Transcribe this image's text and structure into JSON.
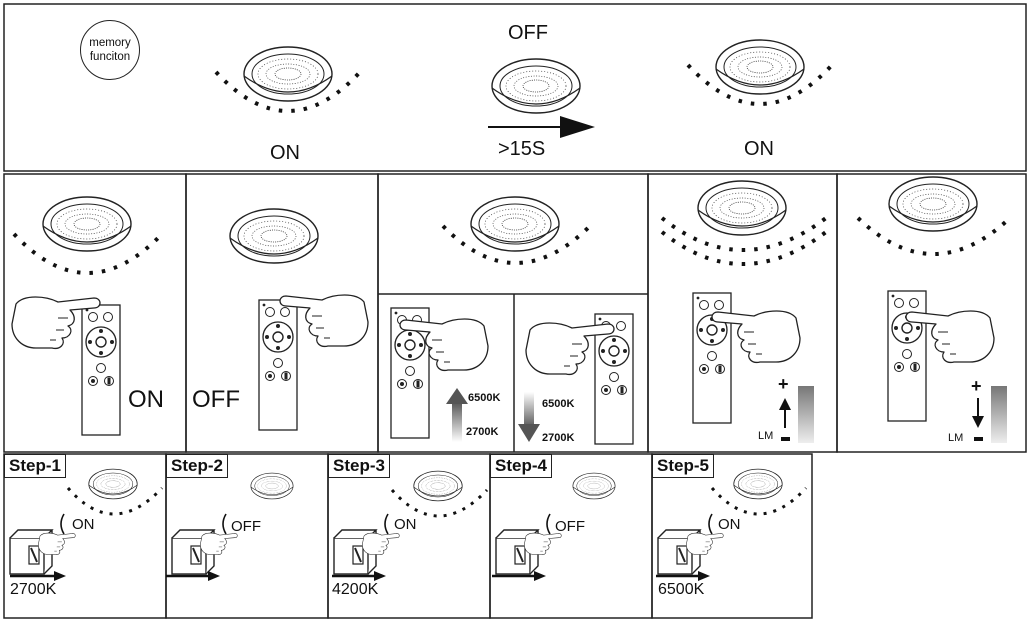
{
  "top": {
    "memory_badge_line1": "memory",
    "memory_badge_line2": "funciton",
    "left_state": "ON",
    "middle_state": "OFF",
    "delay": ">15S",
    "right_state": "ON"
  },
  "middle": {
    "panel1_state": "ON",
    "panel2_state": "OFF",
    "cct_up_high": "6500K",
    "cct_up_low": "2700K",
    "cct_down_high": "6500K",
    "cct_down_low": "2700K",
    "brightness_plus": "+",
    "brightness_minus": "LM",
    "brightness_plus_2": "+",
    "brightness_minus_2": "LM"
  },
  "remote_buttons": {
    "on": "ON",
    "off": "OFF"
  },
  "steps": [
    {
      "label": "Step-1",
      "state": "ON",
      "temp": "2700K"
    },
    {
      "label": "Step-2",
      "state": "OFF",
      "temp": ""
    },
    {
      "label": "Step-3",
      "state": "ON",
      "temp": "4200K"
    },
    {
      "label": "Step-4",
      "state": "OFF",
      "temp": ""
    },
    {
      "label": "Step-5",
      "state": "ON",
      "temp": "6500K"
    }
  ]
}
